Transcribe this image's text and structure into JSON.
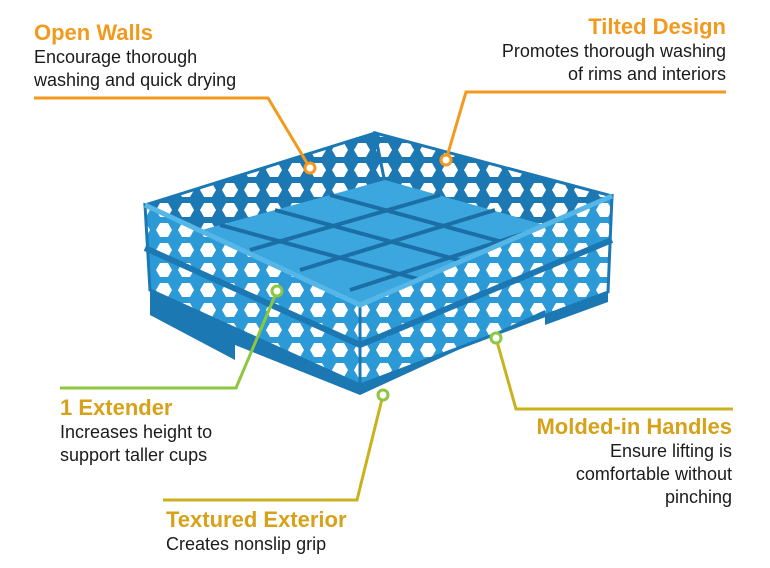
{
  "colors": {
    "orange": "#F39A1E",
    "gold": "#D7A21A",
    "green": "#8DC63F",
    "rack_blue": "#2B9AD6",
    "rack_dark": "#1C78B3",
    "rack_light": "#55B6E8"
  },
  "callouts": {
    "open_walls": {
      "title": "Open Walls",
      "desc": [
        "Encourage thorough",
        "washing and quick drying"
      ]
    },
    "tilted_design": {
      "title": "Tilted Design",
      "desc": [
        "Promotes thorough washing",
        "of rims and interiors"
      ]
    },
    "extender": {
      "title": "1 Extender",
      "desc": [
        "Increases height to",
        "support taller cups"
      ]
    },
    "handles": {
      "title": "Molded-in Handles",
      "desc": [
        "Ensure lifting is",
        "comfortable without",
        "pinching"
      ]
    },
    "exterior": {
      "title": "Textured Exterior",
      "desc": [
        "Creates nonslip grip"
      ]
    }
  }
}
